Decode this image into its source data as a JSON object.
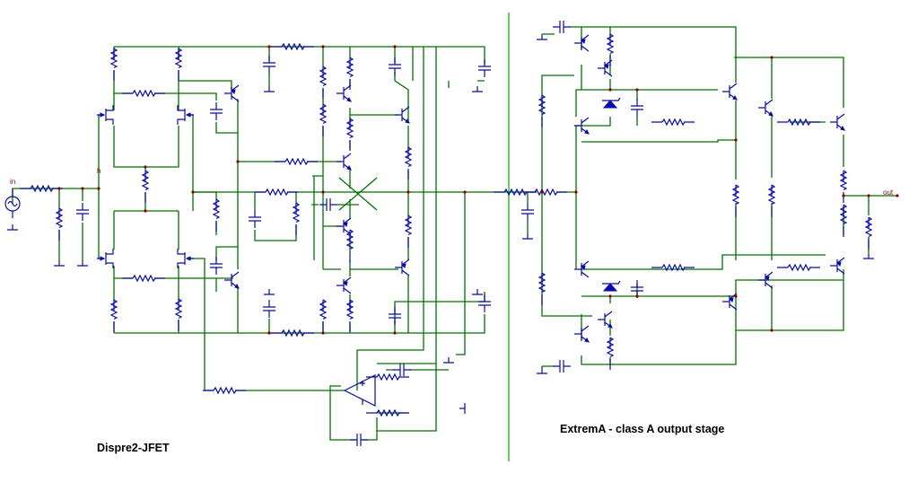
{
  "diagram": {
    "left_title": "Dispre2-JFET",
    "right_title": "ExtremA - class A output stage",
    "input_label": "in",
    "output_label": "out",
    "node_label": "h",
    "colors": {
      "wire": "#007000",
      "component": "#0a0aa8",
      "junction": "#8a0000",
      "separator": "#22bb22"
    }
  }
}
